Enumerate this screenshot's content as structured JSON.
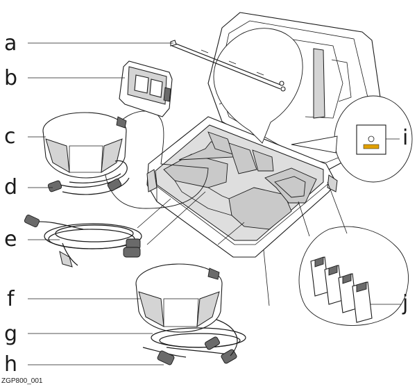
{
  "figure_id": "ZGP800_001",
  "callouts": {
    "a": "a",
    "b": "b",
    "c": "c",
    "d": "d",
    "e": "e",
    "f": "f",
    "g": "g",
    "h": "h",
    "i": "i",
    "j": "j"
  }
}
